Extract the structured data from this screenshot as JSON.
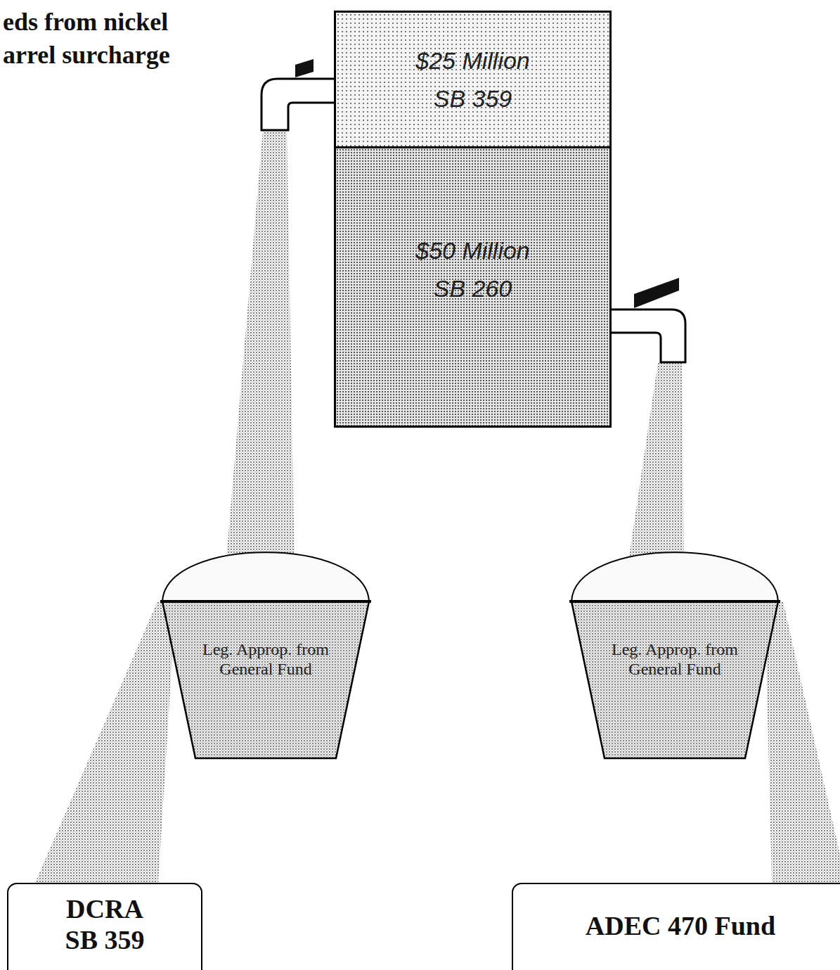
{
  "diagram": {
    "nodes": [
      {
        "text": [
          "$25 Million",
          "SB 359"
        ]
      },
      {
        "text": [
          "$50 Million",
          "SB 260"
        ]
      },
      {
        "text": [
          "Leg. Approp. from General Fund"
        ]
      },
      {
        "text": [
          "Leg. Approp. from General Fund"
        ]
      },
      {
        "text": [
          "DCRA",
          "SB 359"
        ]
      },
      {
        "text": [
          "ADEC 470 Fund"
        ]
      }
    ],
    "edges": [
      {
        "from": 0,
        "to": 2,
        "arrow": "none"
      },
      {
        "from": 2,
        "to": 4,
        "arrow": "none"
      },
      {
        "from": 1,
        "to": 3,
        "arrow": "none"
      },
      {
        "from": 3,
        "to": 5,
        "arrow": "none"
      }
    ],
    "labels": [
      "eds from nickel arrel surcharge"
    ]
  }
}
